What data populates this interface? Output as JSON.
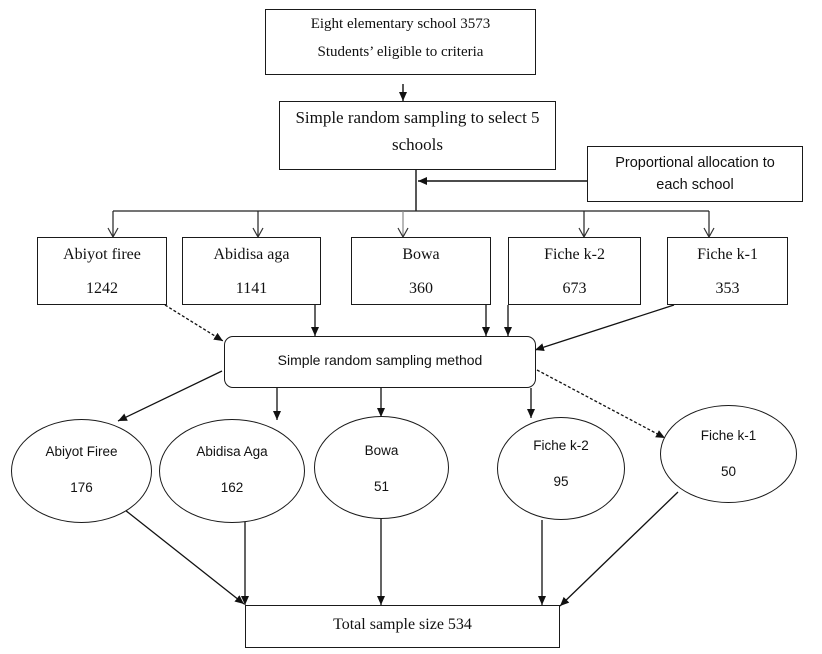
{
  "top": {
    "line1": "Eight elementary school 3573",
    "line2": "Students’ eligible to criteria"
  },
  "srs_select": {
    "line1": "Simple random sampling to select 5",
    "line2": "schools"
  },
  "proportional": {
    "line1": "Proportional allocation to",
    "line2": "each school"
  },
  "schools": [
    {
      "name": "Abiyot firee",
      "count": "1242"
    },
    {
      "name": "Abidisa aga",
      "count": "1141"
    },
    {
      "name": "Bowa",
      "count": "360"
    },
    {
      "name": "Fiche k-2",
      "count": "673"
    },
    {
      "name": "Fiche k-1",
      "count": "353"
    }
  ],
  "srs_method": {
    "label": "Simple random sampling method"
  },
  "samples": [
    {
      "name": "Abiyot Firee",
      "count": "176"
    },
    {
      "name": "Abidisa Aga",
      "count": "162"
    },
    {
      "name": "Bowa",
      "count": "51"
    },
    {
      "name": "Fiche k-2",
      "count": "95"
    },
    {
      "name": "Fiche k-1",
      "count": "50"
    }
  ],
  "total": {
    "label": "Total sample size 534"
  }
}
